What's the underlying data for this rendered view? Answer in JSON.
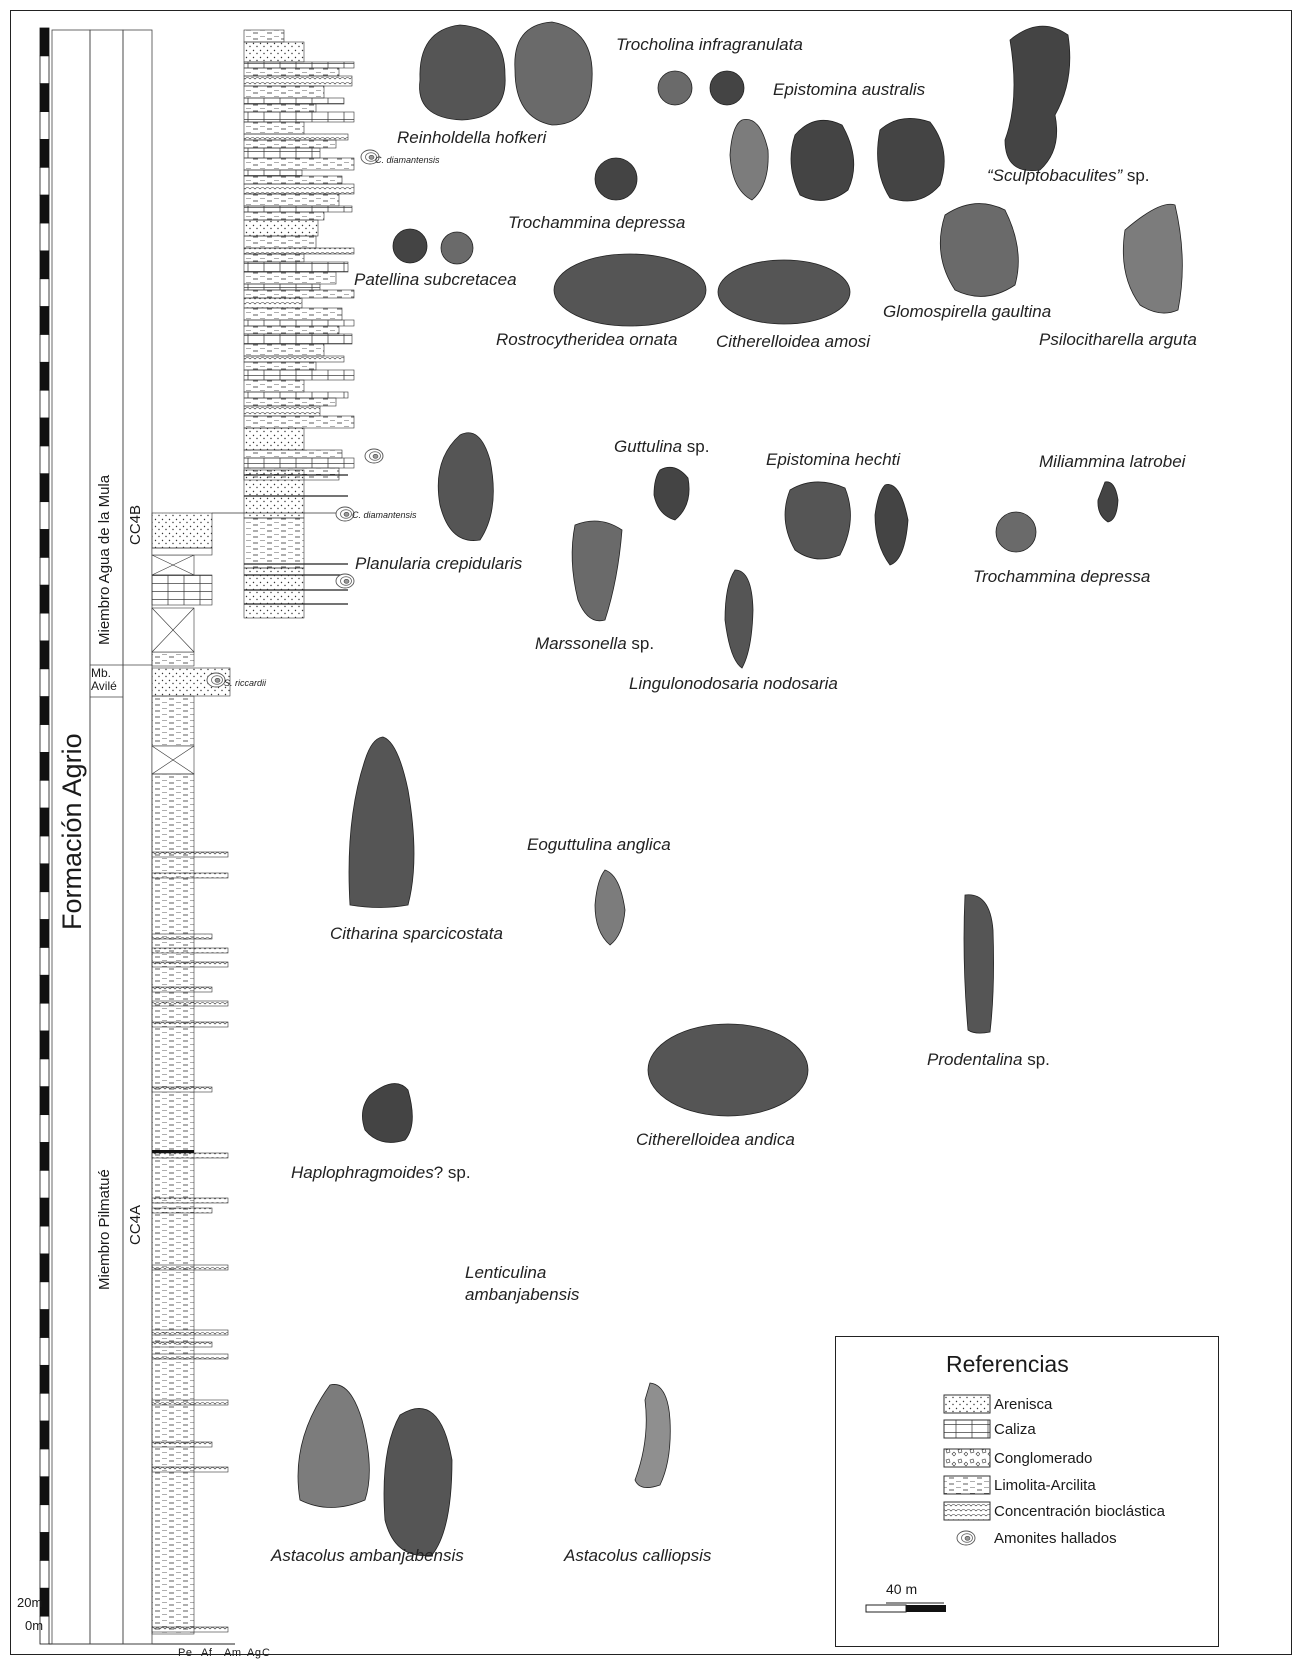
{
  "formation": "Formación Agrio",
  "members": {
    "agua_mula": "Miembro Agua de la Mula",
    "avile": "Mb.\nAvilé",
    "pilmatue": "Miembro Pilmatué"
  },
  "zones": {
    "cc4b": "CC4B",
    "cc4a": "CC4A"
  },
  "scale_labels": {
    "m20": "20m",
    "m0": "0m"
  },
  "texture_axis": [
    "Pe",
    "Af",
    "Am",
    "Ag",
    "C"
  ],
  "ammonite_notes": {
    "a1": "C. diamantensis",
    "a2": "C. diamantensis",
    "a3": "S. riccardii"
  },
  "species": [
    {
      "id": "reinholdella",
      "name": "Reinholdella hofkeri",
      "suffix": ""
    },
    {
      "id": "trocholina",
      "name": "Trocholina infragranulata",
      "suffix": ""
    },
    {
      "id": "ep_australis",
      "name": "Epistomina australis",
      "suffix": ""
    },
    {
      "id": "sculpto",
      "name": "“Sculptobaculites”",
      "suffix": " sp."
    },
    {
      "id": "trochammina1",
      "name": "Trochammina depressa",
      "suffix": ""
    },
    {
      "id": "patellina",
      "name": "Patellina subcretacea",
      "suffix": ""
    },
    {
      "id": "glomo",
      "name": "Glomospirella gaultina",
      "suffix": ""
    },
    {
      "id": "rostro",
      "name": "Rostrocytheridea ornata",
      "suffix": ""
    },
    {
      "id": "cith_amosi",
      "name": "Citherelloidea amosi",
      "suffix": ""
    },
    {
      "id": "psilo",
      "name": "Psilocitharella arguta",
      "suffix": ""
    },
    {
      "id": "guttulina",
      "name": "Guttulina",
      "suffix": " sp."
    },
    {
      "id": "ep_hechti",
      "name": "Epistomina hechti",
      "suffix": ""
    },
    {
      "id": "miliammina",
      "name": "Miliammina latrobei",
      "suffix": ""
    },
    {
      "id": "planularia",
      "name": "Planularia crepidularis",
      "suffix": ""
    },
    {
      "id": "trochammina2",
      "name": "Trochammina depressa",
      "suffix": ""
    },
    {
      "id": "marssonella",
      "name": "Marssonella",
      "suffix": " sp."
    },
    {
      "id": "lingulo",
      "name": "Lingulonodosaria nodosaria",
      "suffix": ""
    },
    {
      "id": "eoguttulina",
      "name": "Eoguttulina anglica",
      "suffix": ""
    },
    {
      "id": "citharina",
      "name": "Citharina sparcicostata",
      "suffix": ""
    },
    {
      "id": "prodentalina",
      "name": "Prodentalina",
      "suffix": " sp."
    },
    {
      "id": "cith_andica",
      "name": "Citherelloidea andica",
      "suffix": ""
    },
    {
      "id": "haplo",
      "name": "Haplophragmoides",
      "suffix": "? sp."
    },
    {
      "id": "lenticulina",
      "name": "Lenticulina ambanjabensis",
      "suffix": ""
    },
    {
      "id": "ast_amban",
      "name": "Astacolus ambanjabensis",
      "suffix": ""
    },
    {
      "id": "ast_calli",
      "name": "Astacolus calliopsis",
      "suffix": ""
    }
  ],
  "legend": {
    "title": "Referencias",
    "items": [
      "Arenisca",
      "Caliza",
      "Conglomerado",
      "Limolita-Arcilita",
      "Concentración bioclástica",
      "Amonites hallados"
    ],
    "scale": "40 m"
  }
}
